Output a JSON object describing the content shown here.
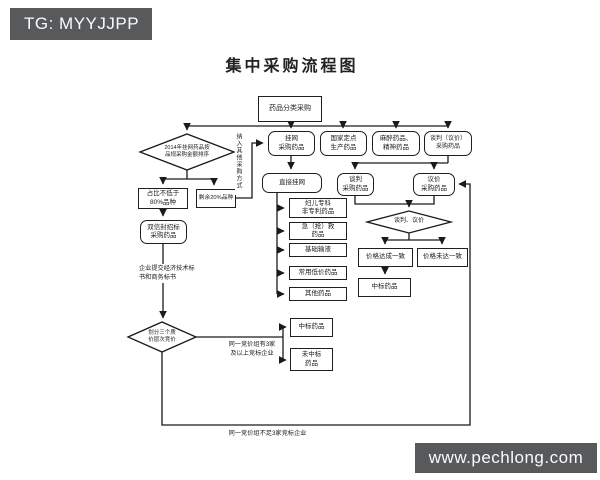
{
  "watermarks": {
    "top_left": "TG: MYYJJPP",
    "bottom_right": "www.pechlong.com"
  },
  "title": "集中采购流程图",
  "colors": {
    "line": "#1a1a1a",
    "watermark_bg": "#58595b"
  },
  "flowchart": {
    "nodes": {
      "classify": {
        "l1": "药品分类采购"
      },
      "sort_2014": {
        "l1": "2014年挂网药品按",
        "l2": "品规采购金额排序"
      },
      "online_listed": {
        "l1": "挂网",
        "l2": "采购药品"
      },
      "national_designated": {
        "l1": "国家定点",
        "l2": "生产药品"
      },
      "narcotic": {
        "l1": "麻醉药品、",
        "l2": "精神药品"
      },
      "negotiation_pricing": {
        "l1": "谈判（议价）",
        "l2": "采购药品"
      },
      "top80": {
        "l1": "占比不低于",
        "l2": "80%品种"
      },
      "remaining20": {
        "l1": "剩余20%品种"
      },
      "double_envelope": {
        "l1": "双信封招标",
        "l2": "采购药品"
      },
      "quality_tiers": {
        "l1": "划分三个质",
        "l2": "价层次竞价"
      },
      "direct_listing": {
        "l1": "直接挂网"
      },
      "pediatric": {
        "l1": "妇儿专科",
        "l2": "非专利药品"
      },
      "emergency": {
        "l1": "急（抢）救",
        "l2": "药品"
      },
      "basic_infusion": {
        "l1": "基础输液"
      },
      "low_price": {
        "l1": "常用低价药品"
      },
      "other_drugs": {
        "l1": "其他药品"
      },
      "bid_won": {
        "l1": "中标药品"
      },
      "bid_not_won": {
        "l1": "未中标",
        "l2": "药品"
      },
      "negotiation_drugs": {
        "l1": "谈判",
        "l2": "采购药品"
      },
      "pricing_drugs": {
        "l1": "议价",
        "l2": "采购药品"
      },
      "negotiate_decision": {
        "l1": "谈判、议价"
      },
      "price_agreed": {
        "l1": "价格达成一致"
      },
      "price_not_agreed": {
        "l1": "价格未达一致"
      },
      "winning_drugs": {
        "l1": "中标药品"
      }
    },
    "edge_labels": {
      "submit_bids": {
        "l1": "企业提交经济技术标",
        "l2": "书和商务标书"
      },
      "three_or_more": {
        "l1": "同一竞价组有3家",
        "l2": "及以上竞标企业"
      },
      "less_than_three": {
        "l1": "同一竞价组不足3家竞标企业"
      },
      "other_method": {
        "l1": "纳入其他采购方式"
      }
    }
  }
}
